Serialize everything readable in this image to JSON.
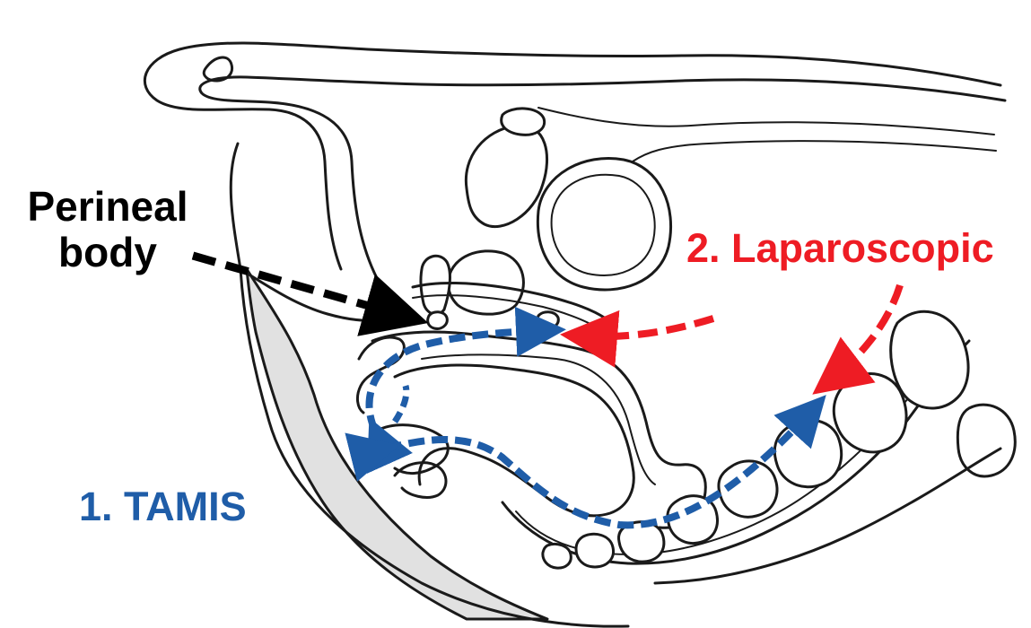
{
  "labels": {
    "perineal_line1": "Perineal",
    "perineal_line2": "body",
    "laparoscopic": "2. Laparoscopic",
    "tamis": "1. TAMIS"
  },
  "colors": {
    "outline": "#1a1a1a",
    "shade": "#e1e1e1",
    "laparoscopic_red": "#ee1c24",
    "tamis_blue": "#1f5da8",
    "perineal_arrow": "#000000"
  }
}
